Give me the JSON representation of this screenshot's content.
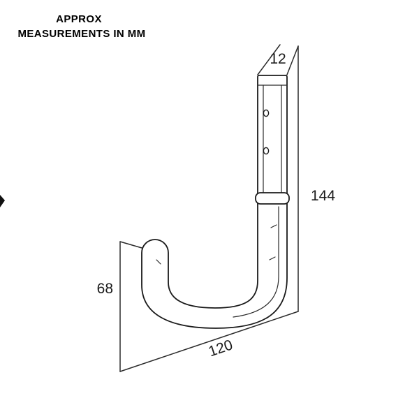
{
  "title": {
    "line1": "APPROX",
    "line2": "MEASUREMENTS IN MM"
  },
  "dimensions": {
    "width_top": "12",
    "height_right": "144",
    "height_left": "68",
    "width_bottom": "120"
  },
  "colors": {
    "background": "#ffffff",
    "line": "#1a1a1a",
    "dimension_line": "#2a2a2a"
  }
}
